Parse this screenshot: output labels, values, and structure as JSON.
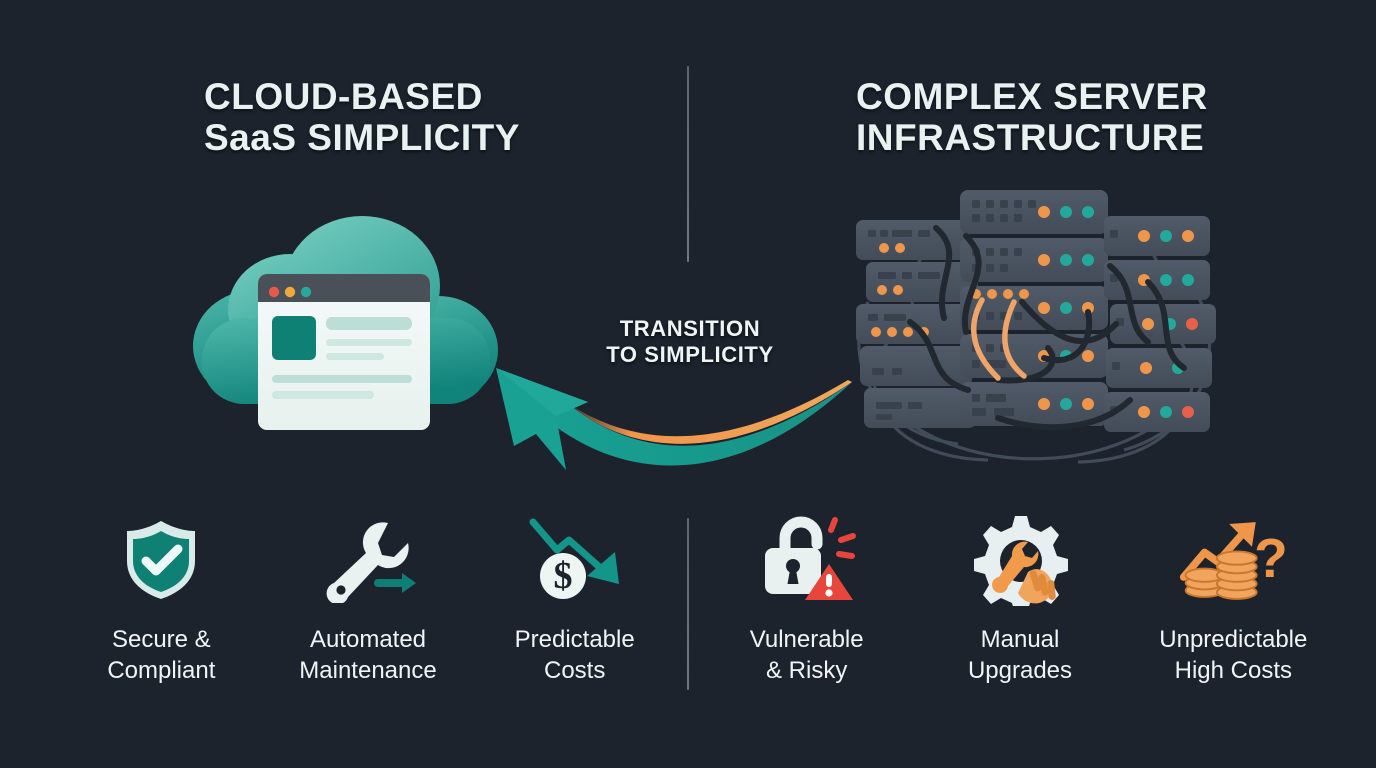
{
  "background_color": "#1d232d",
  "palette": {
    "teal": "#139488",
    "teal_dark": "#0e8174",
    "teal_light": "#4fb8ab",
    "orange": "#f0964a",
    "orange_dark": "#e08233",
    "red": "#e8463c",
    "off_white": "#e8f2f0",
    "panel": "#4a5058",
    "rack": "#4a5360",
    "label_white": "#f2f5f6",
    "divider": "#6e7783"
  },
  "left_column": {
    "title": "CLOUD-BASED\nSaaS SIMPLICITY",
    "illustration_name": "cloud-saas-dashboard",
    "browser_window": {
      "dot_colors": [
        "#e8584d",
        "#efa83c",
        "#2aa79a"
      ]
    },
    "features": [
      {
        "icon": "shield-check-icon",
        "label": "Secure &\nCompliant"
      },
      {
        "icon": "wrench-arrow-icon",
        "label": "Automated\nMaintenance"
      },
      {
        "icon": "dollar-coin-down-arrow-icon",
        "label": "Predictable\nCosts"
      }
    ]
  },
  "right_column": {
    "title": "COMPLEX SERVER\nINFRASTRUCTURE",
    "illustration_name": "tangled-server-racks",
    "features": [
      {
        "icon": "unlocked-padlock-warning-icon",
        "label": "Vulnerable\n& Risky"
      },
      {
        "icon": "gear-hand-wrench-icon",
        "label": "Manual\nUpgrades"
      },
      {
        "icon": "rising-coins-question-icon",
        "label": "Unpredictable\nHigh Costs"
      }
    ]
  },
  "center": {
    "arrow_label": "TRANSITION\nTO SIMPLICITY",
    "arrow_direction": "right-to-left",
    "arrow_name": "transition-curved-arrow"
  }
}
